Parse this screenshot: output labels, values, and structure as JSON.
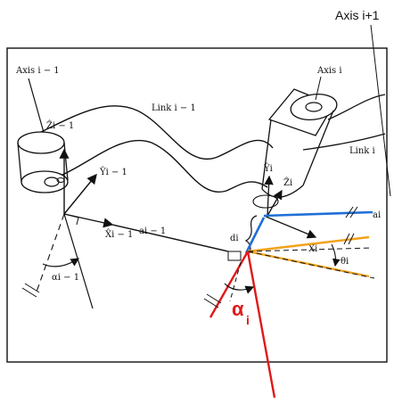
{
  "labels": {
    "axis_i_plus_1": "Axis i+1",
    "axis_i_minus_1": "Axis i − 1",
    "axis_i": "Axis i",
    "link_i_minus_1": "Link i − 1",
    "link_i": "Link i",
    "z_hat_i_minus_1": "Ẑi − 1",
    "y_hat_i_minus_1": "Ŷi − 1",
    "x_hat_i_minus_1": "X̂i − 1",
    "a_i_minus_1": "ai − 1",
    "alpha_i_minus_1": "αi − 1",
    "y_hat_i": "Ŷi",
    "z_hat_i": "Ẑi",
    "x_hat_i": "X̂i",
    "d_i": "di",
    "a_i": "ai",
    "theta_i": "θi",
    "alpha_i_main": "α",
    "alpha_i_sub": "i"
  },
  "colors": {
    "frame": "#111111",
    "blue": "#1f6fd6",
    "orange": "#f2a21a",
    "red": "#e01818"
  }
}
